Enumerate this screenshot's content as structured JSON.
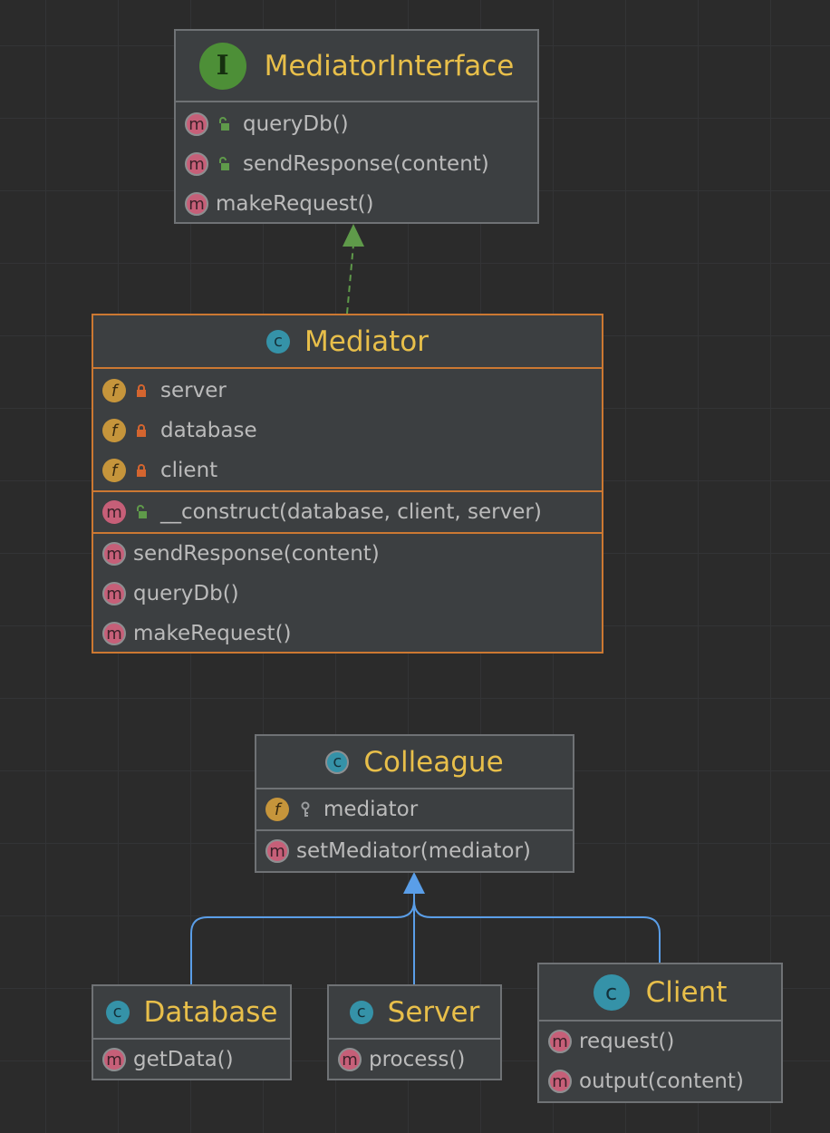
{
  "colors": {
    "background": "#2b2b2b",
    "node_fill": "#3c3f41",
    "node_border": "#6f7275",
    "selected_border": "#cc7832",
    "title": "#e8bf4a",
    "member_text": "#bbbbbb",
    "implements_edge": "#5f9a4a",
    "extends_edge": "#5a9ee8"
  },
  "mediator_interface": {
    "title": "MediatorInterface",
    "kind_icon": "I",
    "methods": [
      {
        "badge": "m",
        "visibility": "public",
        "label": "queryDb()"
      },
      {
        "badge": "m",
        "visibility": "public",
        "label": "sendResponse(content)"
      },
      {
        "badge": "m",
        "label": "makeRequest()"
      }
    ]
  },
  "mediator": {
    "title": "Mediator",
    "kind_icon": "c",
    "fields": [
      {
        "badge": "f",
        "visibility": "private",
        "label": "server"
      },
      {
        "badge": "f",
        "visibility": "private",
        "label": "database"
      },
      {
        "badge": "f",
        "visibility": "private",
        "label": "client"
      }
    ],
    "constructor": {
      "badge": "m",
      "visibility": "public",
      "label": "__construct(database, client, server)"
    },
    "methods": [
      {
        "badge": "m",
        "label": "sendResponse(content)"
      },
      {
        "badge": "m",
        "label": "queryDb()"
      },
      {
        "badge": "m",
        "label": "makeRequest()"
      }
    ]
  },
  "colleague": {
    "title": "Colleague",
    "kind_icon": "c",
    "fields": [
      {
        "badge": "f",
        "visibility": "protected",
        "label": "mediator"
      }
    ],
    "methods": [
      {
        "badge": "m",
        "label": "setMediator(mediator)"
      }
    ]
  },
  "database": {
    "title": "Database",
    "kind_icon": "c",
    "methods": [
      {
        "badge": "m",
        "label": "getData()"
      }
    ]
  },
  "server": {
    "title": "Server",
    "kind_icon": "c",
    "methods": [
      {
        "badge": "m",
        "label": "process()"
      }
    ]
  },
  "client": {
    "title": "Client",
    "kind_icon": "c",
    "methods": [
      {
        "badge": "m",
        "label": "request()"
      },
      {
        "badge": "m",
        "label": "output(content)"
      }
    ]
  },
  "edges": [
    {
      "from": "Mediator",
      "to": "MediatorInterface",
      "type": "implements"
    },
    {
      "from": "Database",
      "to": "Colleague",
      "type": "extends"
    },
    {
      "from": "Server",
      "to": "Colleague",
      "type": "extends"
    },
    {
      "from": "Client",
      "to": "Colleague",
      "type": "extends"
    }
  ]
}
